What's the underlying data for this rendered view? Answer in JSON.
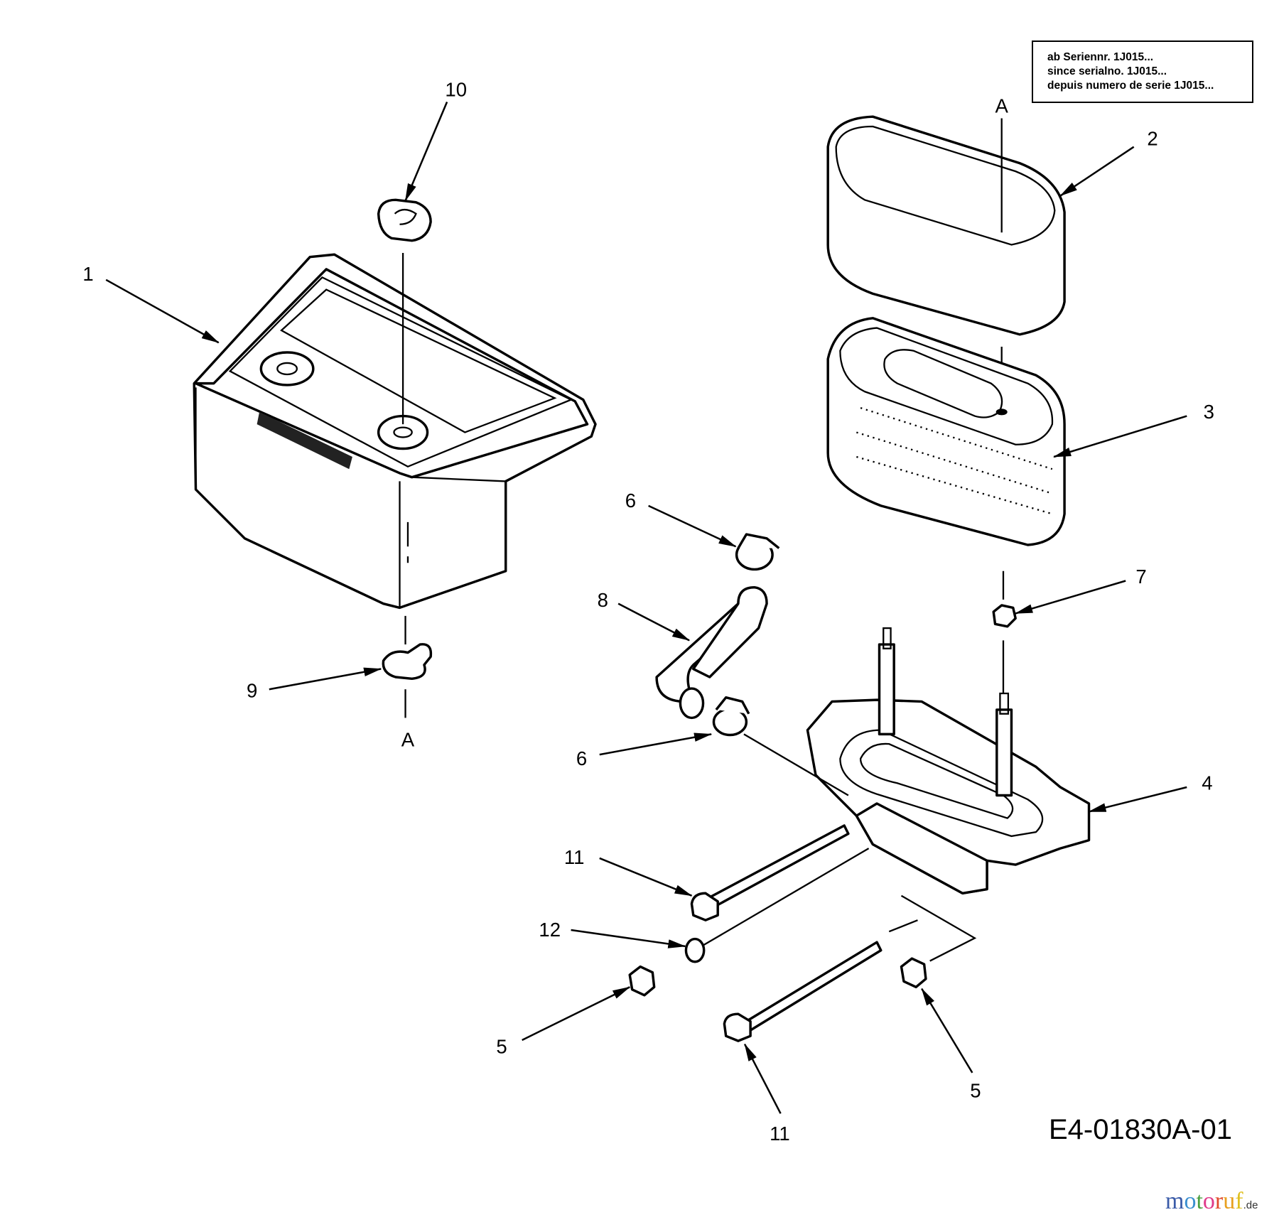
{
  "note": {
    "lines": [
      "ab Seriennr. 1J015...",
      "since serialno. 1J015...",
      "depuis numero de serie 1J015..."
    ]
  },
  "drawing_number": "E4-01830A-01",
  "logo": {
    "text": "motoruf",
    "letters": [
      "m",
      "o",
      "t",
      "o",
      "r",
      "u",
      "f"
    ],
    "suffix": ".de",
    "colors": [
      "#3a5ba8",
      "#3a8fd0",
      "#4aa040",
      "#e03a8a",
      "#e04a2a",
      "#e8a020",
      "#e0c020"
    ]
  },
  "callouts": {
    "c1": "1",
    "c2": "2",
    "c3": "3",
    "c4": "4",
    "c5a": "5",
    "c5b": "5",
    "c6a": "6",
    "c6b": "6",
    "c7": "7",
    "c8": "8",
    "c9": "9",
    "c10": "10",
    "c11a": "11",
    "c11b": "11",
    "c12": "12",
    "a_top": "A",
    "a_bottom": "A"
  }
}
